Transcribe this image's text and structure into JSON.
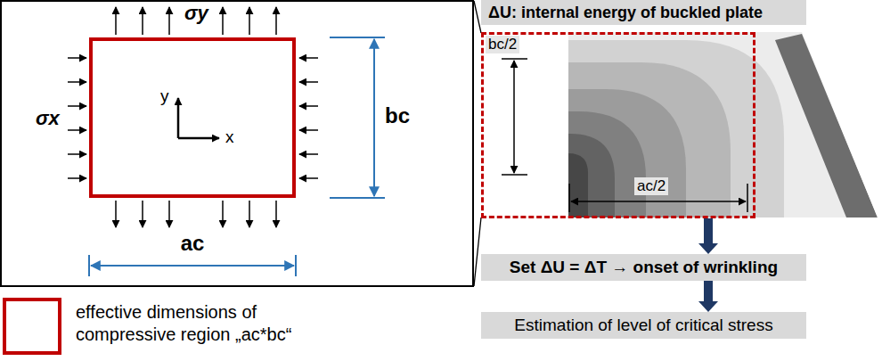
{
  "diagram": {
    "nodes": [
      {
        "text": [
          "σy",
          "σx",
          "bc",
          "ac"
        ]
      },
      {
        "text": [
          "y",
          "x"
        ],
        "in": 0
      },
      {
        "text": [
          "ΔU: internal energy of buckled plate"
        ]
      },
      {
        "text": [
          "bc/2",
          "ac/2"
        ]
      },
      {
        "text": [
          "Set ΔU = ΔT → onset of wrinkling"
        ]
      },
      {
        "text": [
          "Estimation of level of critical stress"
        ]
      }
    ],
    "edges": [
      {
        "from": 3,
        "to": 4,
        "arrow": "to"
      },
      {
        "from": 4,
        "to": 5,
        "arrow": "to"
      }
    ],
    "legend": [
      {
        "text": "effective dimensions of compressive region „ac*bc“",
        "color": "#c00000"
      }
    ]
  }
}
